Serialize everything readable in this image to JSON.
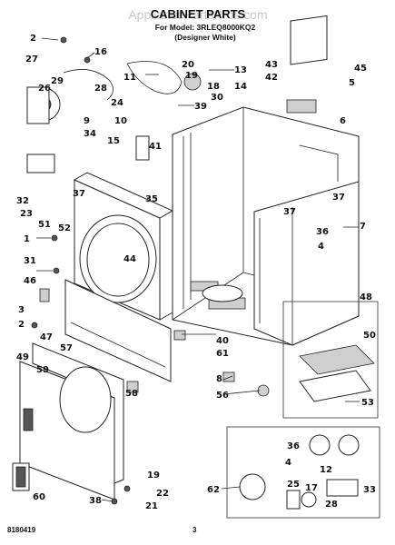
{
  "header": {
    "watermark": "AppliancePartsPros.com",
    "title": "CABINET PARTS",
    "model_line": "For Model: 3RLEQ8000KQ2",
    "variant_line": "(Designer White)"
  },
  "footer": {
    "doc_number": "8180419",
    "page_number": "3"
  },
  "callouts": [
    {
      "id": "c2a",
      "label": "2"
    },
    {
      "id": "c16",
      "label": "16"
    },
    {
      "id": "c27",
      "label": "27"
    },
    {
      "id": "c29",
      "label": "29"
    },
    {
      "id": "c26",
      "label": "26"
    },
    {
      "id": "c28",
      "label": "28"
    },
    {
      "id": "c9",
      "label": "9"
    },
    {
      "id": "c24",
      "label": "24"
    },
    {
      "id": "c11",
      "label": "11"
    },
    {
      "id": "c20",
      "label": "20"
    },
    {
      "id": "c19a",
      "label": "19"
    },
    {
      "id": "c18",
      "label": "18"
    },
    {
      "id": "c13",
      "label": "13"
    },
    {
      "id": "c10",
      "label": "10"
    },
    {
      "id": "c39",
      "label": "39"
    },
    {
      "id": "c30",
      "label": "30"
    },
    {
      "id": "c14",
      "label": "14"
    },
    {
      "id": "c43",
      "label": "43"
    },
    {
      "id": "c42",
      "label": "42"
    },
    {
      "id": "c45",
      "label": "45"
    },
    {
      "id": "c5",
      "label": "5"
    },
    {
      "id": "c6",
      "label": "6"
    },
    {
      "id": "c34",
      "label": "34"
    },
    {
      "id": "c15",
      "label": "15"
    },
    {
      "id": "c41",
      "label": "41"
    },
    {
      "id": "c35",
      "label": "35"
    },
    {
      "id": "c32",
      "label": "32"
    },
    {
      "id": "c23",
      "label": "23"
    },
    {
      "id": "c51",
      "label": "51"
    },
    {
      "id": "c37a",
      "label": "37"
    },
    {
      "id": "c37b",
      "label": "37"
    },
    {
      "id": "c37c",
      "label": "37"
    },
    {
      "id": "c52",
      "label": "52"
    },
    {
      "id": "c1",
      "label": "1"
    },
    {
      "id": "c7",
      "label": "7"
    },
    {
      "id": "c36a",
      "label": "36"
    },
    {
      "id": "c4a",
      "label": "4"
    },
    {
      "id": "c31",
      "label": "31"
    },
    {
      "id": "c44",
      "label": "44"
    },
    {
      "id": "c46",
      "label": "46"
    },
    {
      "id": "c48",
      "label": "48"
    },
    {
      "id": "c3",
      "label": "3"
    },
    {
      "id": "c2b",
      "label": "2"
    },
    {
      "id": "c47",
      "label": "47"
    },
    {
      "id": "c40",
      "label": "40"
    },
    {
      "id": "c61",
      "label": "61"
    },
    {
      "id": "c50",
      "label": "50"
    },
    {
      "id": "c57",
      "label": "57"
    },
    {
      "id": "c49",
      "label": "49"
    },
    {
      "id": "c59",
      "label": "59"
    },
    {
      "id": "c58",
      "label": "58"
    },
    {
      "id": "c8",
      "label": "8"
    },
    {
      "id": "c56",
      "label": "56"
    },
    {
      "id": "c53",
      "label": "53"
    },
    {
      "id": "c36b",
      "label": "36"
    },
    {
      "id": "c4b",
      "label": "4"
    },
    {
      "id": "c12",
      "label": "12"
    },
    {
      "id": "c62",
      "label": "62"
    },
    {
      "id": "c25",
      "label": "25"
    },
    {
      "id": "c17",
      "label": "17"
    },
    {
      "id": "c28b",
      "label": "28"
    },
    {
      "id": "c33",
      "label": "33"
    },
    {
      "id": "c60",
      "label": "60"
    },
    {
      "id": "c19b",
      "label": "19"
    },
    {
      "id": "c22",
      "label": "22"
    },
    {
      "id": "c38",
      "label": "38"
    },
    {
      "id": "c21",
      "label": "21"
    }
  ]
}
